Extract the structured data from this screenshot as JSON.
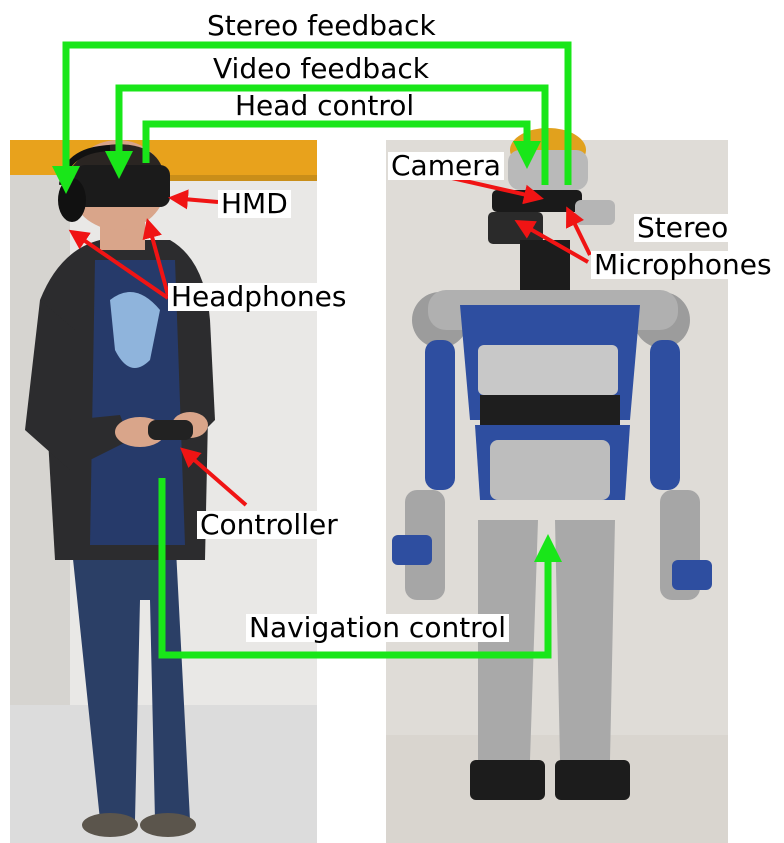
{
  "labels": {
    "stereo_feedback": "Stereo feedback",
    "video_feedback": "Video feedback",
    "head_control": "Head control",
    "camera": "Camera",
    "hmd": "HMD",
    "stereo": "Stereo",
    "microphones": "Microphones",
    "headphones": "Headphones",
    "controller": "Controller",
    "navigation_control": "Navigation control"
  },
  "colors": {
    "link_green": "#19e619",
    "pointer_red": "#f01414"
  }
}
